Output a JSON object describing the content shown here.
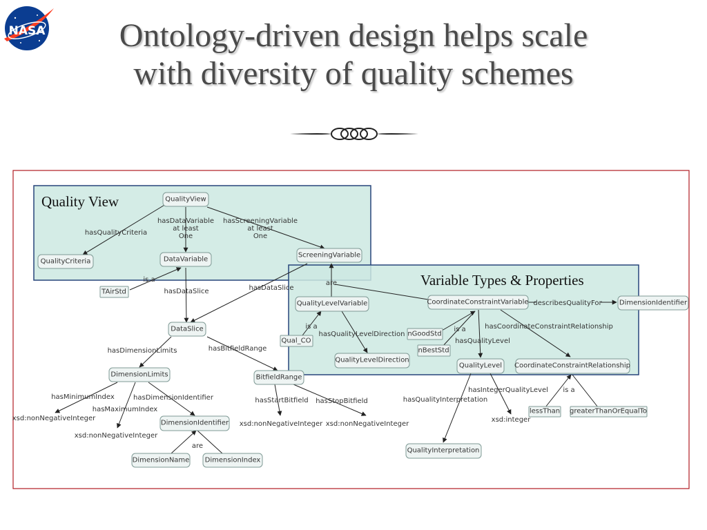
{
  "slide": {
    "title_line1": "Ontology-driven design helps scale",
    "title_line2": "with diversity of quality schemes",
    "logo_text": "NASA"
  },
  "colors": {
    "frame": "#b01b22",
    "region_fill": "#cde9e2",
    "region_border": "#27447a",
    "nasa_blue": "#0b3d91",
    "nasa_red": "#fc3d21"
  },
  "diagram": {
    "regions": [
      {
        "id": "qv",
        "title": "Quality View"
      },
      {
        "id": "vt",
        "title": "Variable Types & Properties"
      }
    ],
    "nodes": [
      {
        "id": "QualityView",
        "label": "QualityView",
        "plain": false
      },
      {
        "id": "QualityCriteria",
        "label": "QualityCriteria",
        "plain": false
      },
      {
        "id": "DataVariable",
        "label": "DataVariable",
        "plain": false
      },
      {
        "id": "ScreeningVariable",
        "label": "ScreeningVariable",
        "plain": false
      },
      {
        "id": "TAirStd",
        "label": "TAirStd",
        "plain": true
      },
      {
        "id": "DataSlice",
        "label": "DataSlice",
        "plain": false
      },
      {
        "id": "QualityLevelVariable",
        "label": "QualityLevelVariable",
        "plain": false
      },
      {
        "id": "CoordinateConstraintVariable",
        "label": "CoordinateConstraintVariable",
        "plain": false
      },
      {
        "id": "DimensionIdentifierR",
        "label": "DimensionIdentifier",
        "plain": false
      },
      {
        "id": "Qual_CO",
        "label": "Qual_CO",
        "plain": true
      },
      {
        "id": "nGoodStd",
        "label": "nGoodStd",
        "plain": true
      },
      {
        "id": "nBestStd",
        "label": "nBestStd",
        "plain": true
      },
      {
        "id": "QualityLevelDirection",
        "label": "QualityLevelDirection",
        "plain": false
      },
      {
        "id": "QualityLevel",
        "label": "QualityLevel",
        "plain": false
      },
      {
        "id": "CoordinateConstraintRelationship",
        "label": "CoordinateConstraintRelationship",
        "plain": false
      },
      {
        "id": "DimensionLimits",
        "label": "DimensionLimits",
        "plain": false
      },
      {
        "id": "BitfieldRange",
        "label": "BitfieldRange",
        "plain": false
      },
      {
        "id": "DimensionIdentifier",
        "label": "DimensionIdentifier",
        "plain": false
      },
      {
        "id": "DimensionName",
        "label": "DimensionName",
        "plain": false
      },
      {
        "id": "DimensionIndex",
        "label": "DimensionIndex",
        "plain": false
      },
      {
        "id": "QualityInterpretation",
        "label": "QualityInterpretation",
        "plain": false
      },
      {
        "id": "lessThan",
        "label": "lessThan",
        "plain": true
      },
      {
        "id": "greaterThanOrEqualTo",
        "label": "greaterThanOrEqualTo",
        "plain": true
      }
    ],
    "terminals": [
      {
        "id": "xsd1",
        "label": "xsd:nonNegativeInteger"
      },
      {
        "id": "xsd2",
        "label": "xsd:nonNegativeInteger"
      },
      {
        "id": "xsd3",
        "label": "xsd:nonNegativeInteger"
      },
      {
        "id": "xsd4",
        "label": "xsd:nonNegativeInteger"
      },
      {
        "id": "xsd5",
        "label": "xsd:integer"
      }
    ],
    "edge_labels": [
      {
        "id": "e_hasQualityCriteria",
        "label": "hasQualityCriteria"
      },
      {
        "id": "e_hasDataVariable",
        "label": "hasDataVariable"
      },
      {
        "id": "e_atLeast1",
        "label": "at least"
      },
      {
        "id": "e_one1",
        "label": "One"
      },
      {
        "id": "e_hasScreeningVariable",
        "label": "hasScreeningVariable"
      },
      {
        "id": "e_atLeast2",
        "label": "at least"
      },
      {
        "id": "e_one2",
        "label": "One"
      },
      {
        "id": "e_isA1",
        "label": "is a"
      },
      {
        "id": "e_hasDataSlice1",
        "label": "hasDataSlice"
      },
      {
        "id": "e_hasDataSlice2",
        "label": "hasDataSlice"
      },
      {
        "id": "e_are1",
        "label": "are"
      },
      {
        "id": "e_describesQualityFor",
        "label": "describesQualityFor"
      },
      {
        "id": "e_isA2",
        "label": "is a"
      },
      {
        "id": "e_hasQualityLevelDirection",
        "label": "hasQualityLevelDirection"
      },
      {
        "id": "e_isA3",
        "label": "is a"
      },
      {
        "id": "e_hasQualityLevel",
        "label": "hasQualityLevel"
      },
      {
        "id": "e_hasCCR",
        "label": "hasCoordinateConstraintRelationship"
      },
      {
        "id": "e_hasDimensionLimits",
        "label": "hasDimensionLimits"
      },
      {
        "id": "e_hasBitfieldRange",
        "label": "hasBitfieldRange"
      },
      {
        "id": "e_hasMinimumIndex",
        "label": "hasMinimumIndex"
      },
      {
        "id": "e_hasMaximumIndex",
        "label": "hasMaximumIndex"
      },
      {
        "id": "e_hasDimensionIdentifier",
        "label": "hasDimensionIdentifier"
      },
      {
        "id": "e_hasStartBitfield",
        "label": "hasStartBitfield"
      },
      {
        "id": "e_hasStopBitfield",
        "label": "hasStopBitfield"
      },
      {
        "id": "e_are2",
        "label": "are"
      },
      {
        "id": "e_hasQualityInterpretation",
        "label": "hasQualityInterpretation"
      },
      {
        "id": "e_hasIntegerQualityLevel",
        "label": "hasIntegerQualityLevel"
      },
      {
        "id": "e_isA4",
        "label": "is a"
      }
    ]
  }
}
